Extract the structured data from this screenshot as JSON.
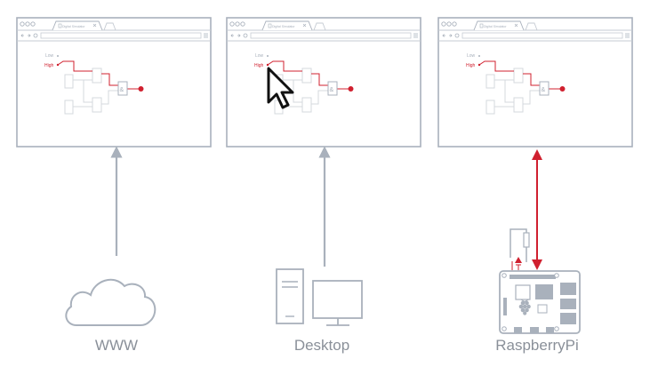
{
  "browser": {
    "tab_title": "Digital Simulator",
    "input_low": "Low",
    "input_high": "High",
    "gate_symbol": "&"
  },
  "targets": {
    "www": "WWW",
    "desktop": "Desktop",
    "raspberrypi": "RaspberryPi"
  },
  "colors": {
    "frame": "#a9b1bc",
    "faded": "#d4d8de",
    "signal": "#d0202f",
    "label": "#8a9099"
  }
}
